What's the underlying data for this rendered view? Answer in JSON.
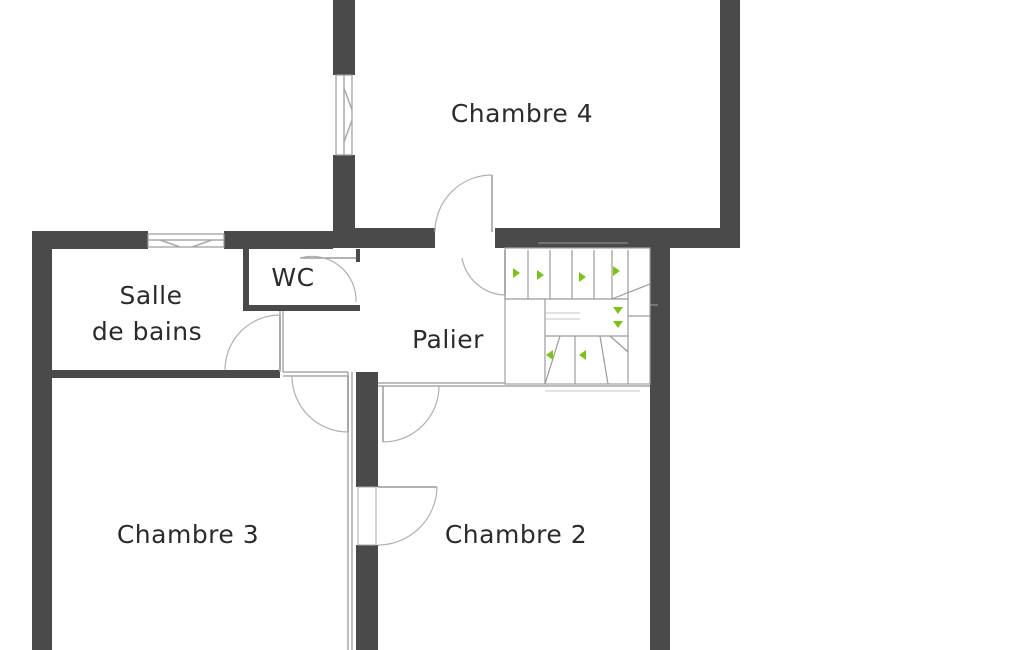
{
  "rooms": {
    "chambre4": "Chambre 4",
    "wc": "WC",
    "salle_de_bains_line1": "Salle",
    "salle_de_bains_line2": "de bains",
    "palier": "Palier",
    "chambre3": "Chambre 3",
    "chambre2": "Chambre 2"
  },
  "colors": {
    "wall": "#4a4a4a",
    "stair_arrow": "#7cc21a",
    "background": "#ffffff"
  }
}
